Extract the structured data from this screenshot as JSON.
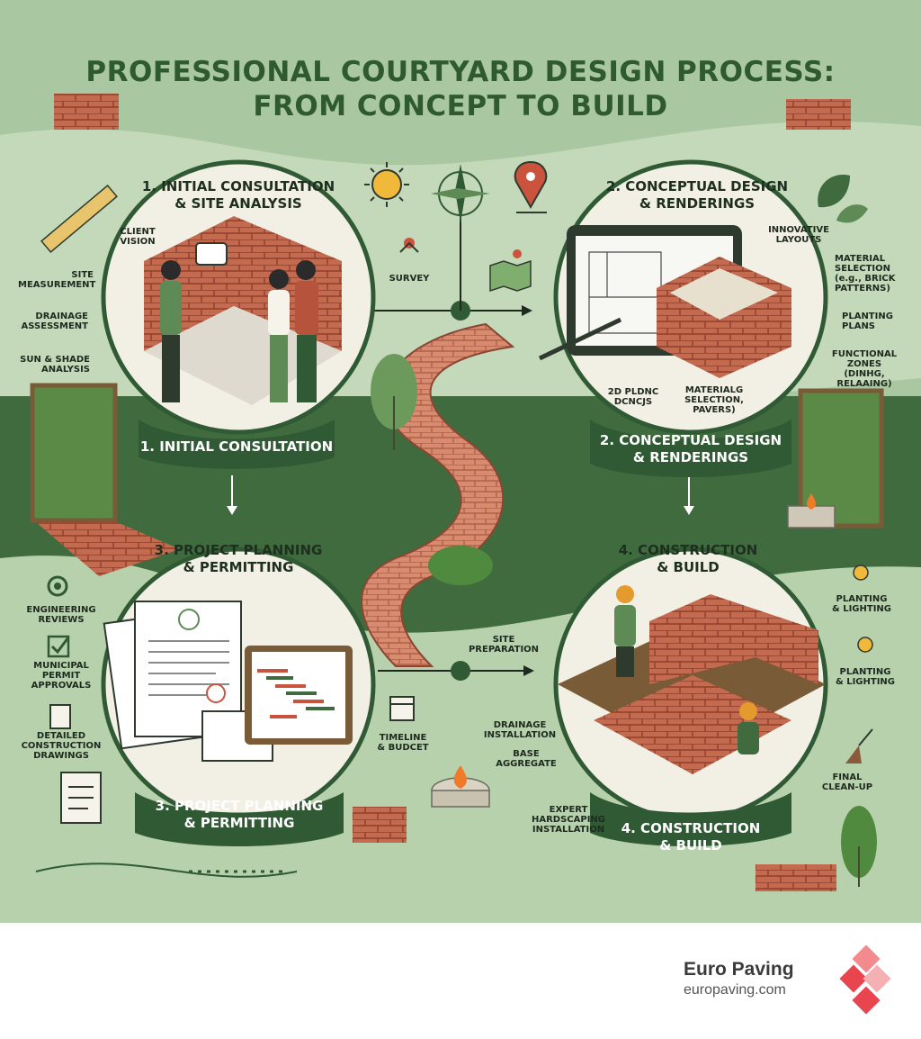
{
  "title": {
    "line1": "PROFESSIONAL COURTYARD DESIGN PROCESS:",
    "line2": "FROM CONCEPT TO BUILD"
  },
  "steps": [
    {
      "title_line1": "1. INITIAL CONSULTATION",
      "title_line2": "& SITE ANALYSIS",
      "banner_line1": "1. INITIAL CONSULTATION",
      "labels": {
        "client_vision": [
          "CLIENT",
          "VISION"
        ],
        "site_measurement": [
          "SITE",
          "MEASUREMENT"
        ],
        "drainage_assessment": [
          "DRAINAGE",
          "ASSESSMENT"
        ],
        "sun_shade": [
          "SUN & SHADE",
          "ANALYSIS"
        ]
      }
    },
    {
      "title_line1": "2. CONCEPTUAL DESIGN",
      "title_line2": "& RENDERINGS",
      "banner_line1": "2. CONCEPTUAL DESIGN",
      "banner_line2": "& RENDERINGS",
      "labels": {
        "innovative_layouts": [
          "INNOVATIVE",
          "LAYOUTS"
        ],
        "material_selection": [
          "MATERIAL",
          "SELECTION",
          "(e.g., BRICK",
          "PATTERNS)"
        ],
        "planting_plans": [
          "PLANTING",
          "PLANS"
        ],
        "functional_zones": [
          "FUNCTIONAL",
          "ZONES",
          "(DINHG,",
          "RELAAING)"
        ],
        "plans_2d": [
          "2D PLDNC",
          "DCNCJS"
        ],
        "material_pavers": [
          "MATERIALG",
          "SELECTION,",
          "PAVERS)"
        ]
      }
    },
    {
      "title_line1": "3. PROJECT PLANNING",
      "title_line2": "& PERMITTING",
      "banner_line1": "3. PROJECT PLANNING",
      "banner_line2": "& PERMITTING",
      "labels": {
        "engineering": [
          "ENGINEERING",
          "REVIEWS"
        ],
        "municipal": [
          "MUNICIPAL",
          "PERMIT",
          "APPROVALS"
        ],
        "drawings": [
          "DETAILED",
          "CONSTRUCTION",
          "DRAWINGS"
        ],
        "timeline": [
          "TIMELINE",
          "& BUDCET"
        ]
      }
    },
    {
      "title_line1": "4. CONSTRUCTION",
      "title_line2": "& BUILD",
      "banner_line1": "4. CONSTRUCTION",
      "banner_line2": "& BUILD",
      "labels": {
        "planting_lighting_1": [
          "PLANTING",
          "& LIGHTING"
        ],
        "planting_lighting_2": [
          "PLANTING",
          "& LIGHTING"
        ],
        "final_cleanup": [
          "FINAL",
          "CLEAN-UP"
        ],
        "site_prep": [
          "SITE",
          "PREPARATION"
        ],
        "drainage_install": [
          "DRAINAGE",
          "INSTALLATION"
        ],
        "base_aggregate": [
          "BASE",
          "AGGREGATE"
        ],
        "expert": [
          "EXPERT",
          "HARDSCAPING",
          "INSTALLATION"
        ]
      }
    }
  ],
  "survey_label": "SURVEY",
  "footer": {
    "brand": "Euro Paving",
    "url": "europaving.com"
  },
  "colors": {
    "background": "#a9c7a0",
    "dark_green": "#2f5a34",
    "mid_green": "#5e8a56",
    "brick": "#b5533c",
    "cream": "#f2efe4",
    "logo_red": "#e8454f"
  }
}
